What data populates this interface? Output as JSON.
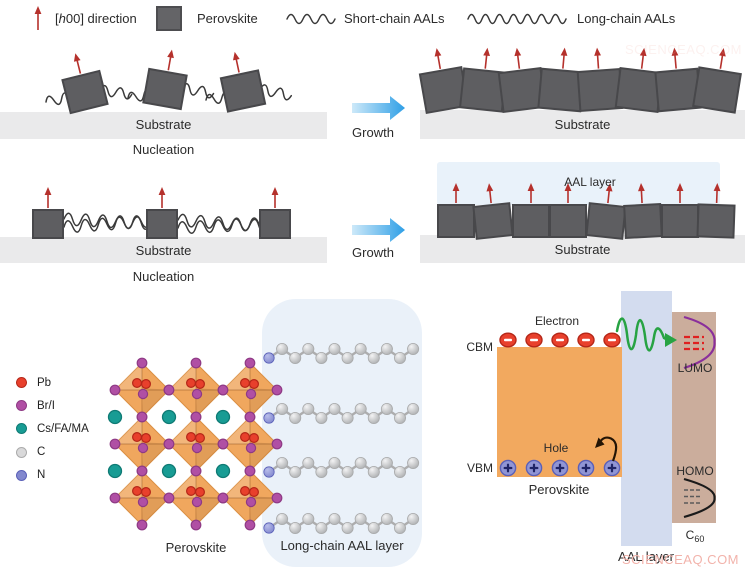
{
  "legend": {
    "direction_pre": "[",
    "direction_h": "h",
    "direction_post": "00] direction",
    "perovskite": "Perovskite",
    "short_chain": "Short-chain AALs",
    "long_chain": "Long-chain AALs"
  },
  "row_short": {
    "substrate_left": "Substrate",
    "stage_left": "Nucleation",
    "growth": "Growth",
    "substrate_right": "Substrate"
  },
  "row_long": {
    "substrate_left": "Substrate",
    "stage_left": "Nucleation",
    "growth": "Growth",
    "aal_band": "AAL layer",
    "substrate_right": "Substrate"
  },
  "atom_legend": {
    "items": [
      {
        "label": "Pb",
        "color": "#E8402C",
        "ring": "#B52718"
      },
      {
        "label": "Br/I",
        "color": "#B04FA4",
        "ring": "#8E3A85"
      },
      {
        "label": "Cs/FA/MA",
        "color": "#189C94",
        "ring": "#0F7A74"
      },
      {
        "label": "C",
        "color": "#D9D9DA",
        "ring": "#ABABAB"
      },
      {
        "label": "N",
        "color": "#8288CE",
        "ring": "#5A60B8"
      }
    ]
  },
  "crystal": {
    "label": "Perovskite"
  },
  "aal_panel": {
    "label": "Long-chain AAL layer"
  },
  "energy": {
    "electron": "Electron",
    "hole": "Hole",
    "cbm": "CBM",
    "vbm": "VBM",
    "perovskite": "Perovskite",
    "aal_layer": "AAL layer",
    "lumo": "LUMO",
    "homo": "HOMO",
    "c60_base": "C",
    "c60_sub": "60"
  },
  "watermark": {
    "text": "SCIENCEAQ.COM"
  },
  "colors": {
    "arrow_red": "#B5312C",
    "block": "#5E5E61",
    "block_edge": "#48484B",
    "substrate": "#EAEAEB",
    "growth_from": "#CDE9F9",
    "growth_to": "#2F9FE6",
    "chain": "#3A3A3A",
    "aal_band": "#E9F2FA",
    "octa": "#F0A75E",
    "octa_edge": "#DA8F43",
    "pb": "#E8402C",
    "pb_edge": "#B52718",
    "halide": "#B04FA4",
    "halide_edge": "#8E3A85",
    "cs": "#189C94",
    "cs_edge": "#0F7A74",
    "carbon": "#D2D3D4",
    "carbon_edge": "#A9AAAB",
    "nitrogen": "#8288CE",
    "nitrogen_edge": "#5A60B8",
    "panel_blue": "#EAF1F9",
    "energy_orange": "#F2A95F",
    "band_blue": "#D3DCEF",
    "c60_tan": "#CBAD9C",
    "lumo_purple": "#8A2F9B",
    "level_red": "#E02020",
    "homo_black": "#1A1A1A",
    "green": "#27A343",
    "hook": "#241505",
    "watermark": "#F2B3AB"
  }
}
